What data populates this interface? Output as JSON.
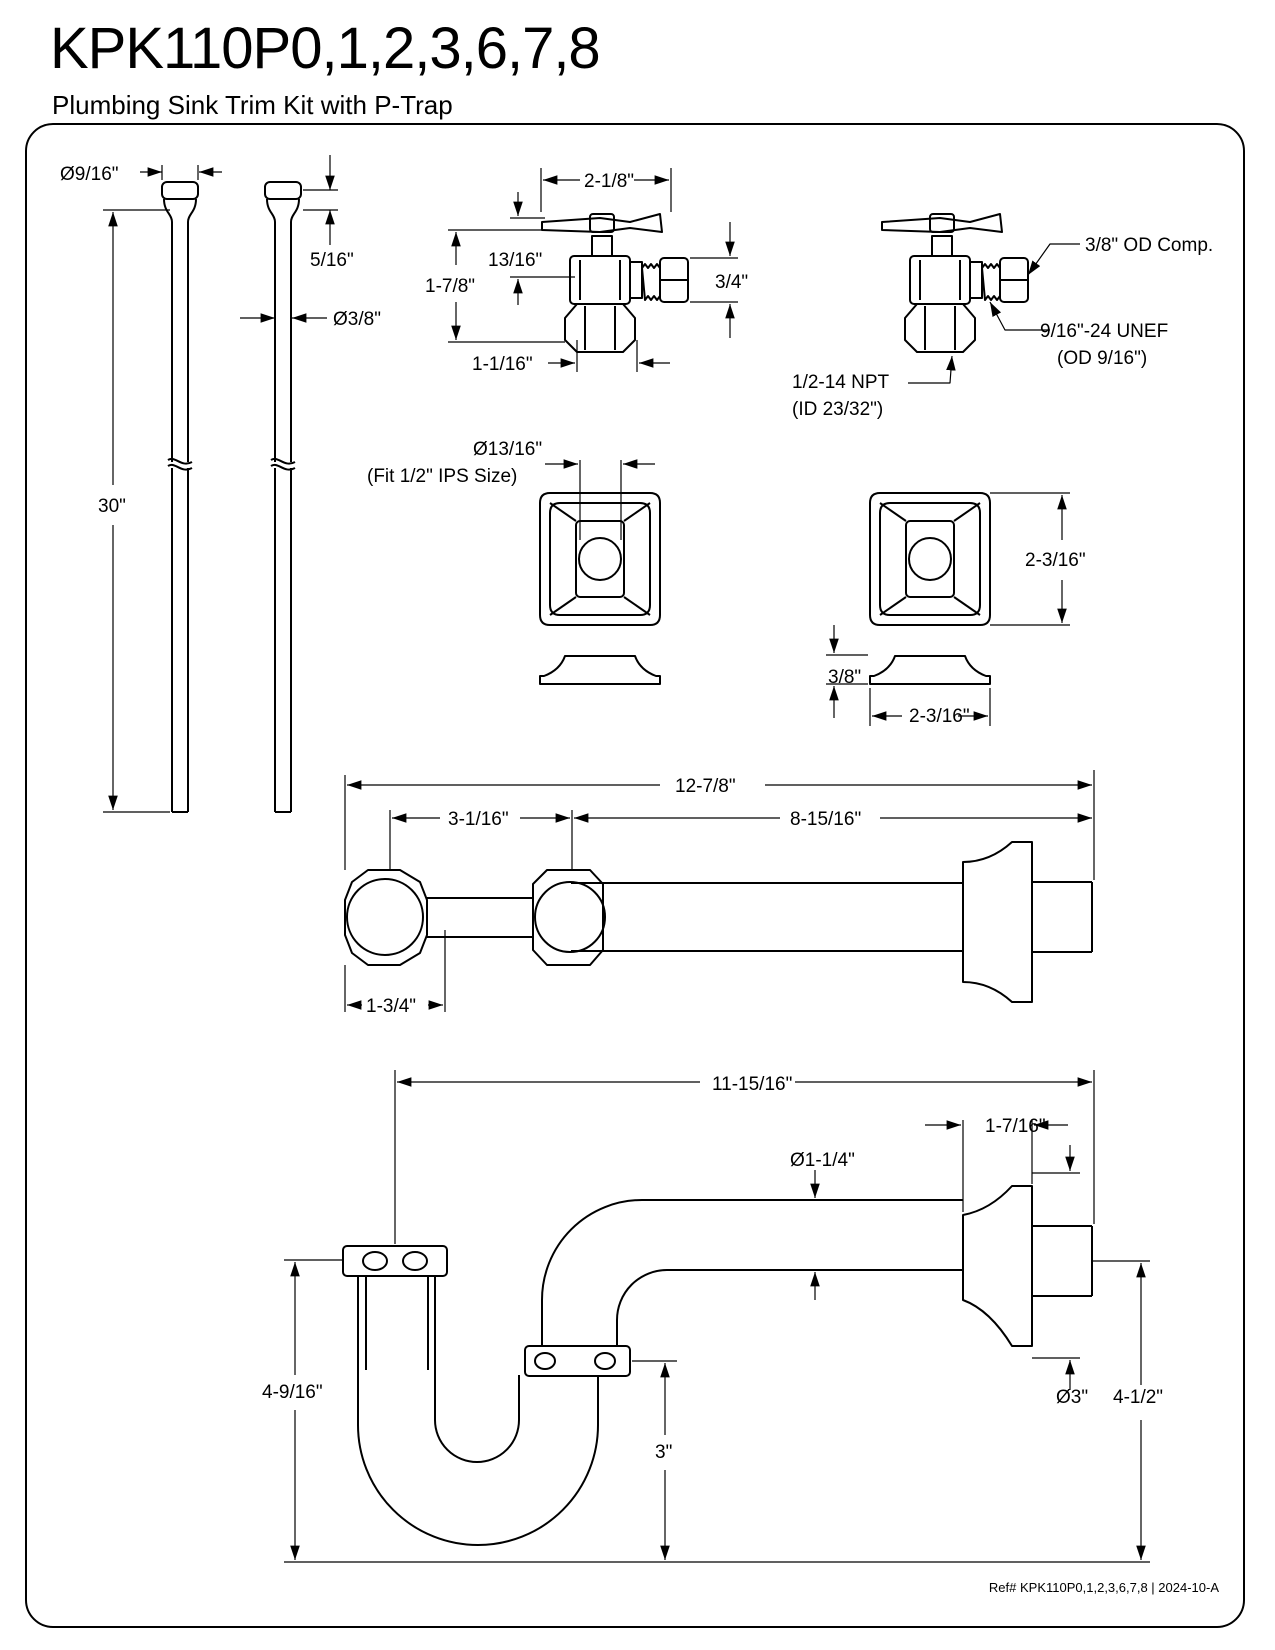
{
  "header": {
    "model": "KPK110P0,1,2,3,6,7,8",
    "description": "Plumbing Sink Trim Kit with P-Trap"
  },
  "supply_lines": {
    "dia_top": "Ø9/16\"",
    "head_height": "5/16\"",
    "dia_tube": "Ø3/8\"",
    "length": "30\""
  },
  "stop_valve": {
    "width": "2-1/8\"",
    "offset": "13/16\"",
    "height": "1-7/8\"",
    "outlet_height": "3/4\"",
    "base_width": "1-1/16\"",
    "compression": "3/8\" OD Comp.",
    "thread_line1": "9/16\"-24 UNEF",
    "thread_line2": "(OD 9/16\")",
    "inlet_line1": "1/2-14 NPT",
    "inlet_line2": "(ID 23/32\")"
  },
  "flange": {
    "bore_line1": "Ø13/16\"",
    "bore_line2": "(Fit 1/2\" IPS Size)",
    "size_h": "2-3/16\"",
    "height": "3/8\"",
    "size_w": "2-3/16\""
  },
  "drain_arm": {
    "overall": "12-7/8\"",
    "nut_spacing": "3-1/16\"",
    "arm_length": "8-15/16\"",
    "nut_width": "1-3/4\""
  },
  "p_trap": {
    "overall": "11-15/16\"",
    "flange_depth": "1-7/16\"",
    "pipe_dia": "Ø1-1/4\"",
    "flange_dia": "Ø3\"",
    "inlet_height": "4-9/16\"",
    "outlet_height": "4-1/2\"",
    "trap_height": "3\""
  },
  "footer": {
    "reference": "Ref# KPK110P0,1,2,3,6,7,8 | 2024-10-A"
  }
}
